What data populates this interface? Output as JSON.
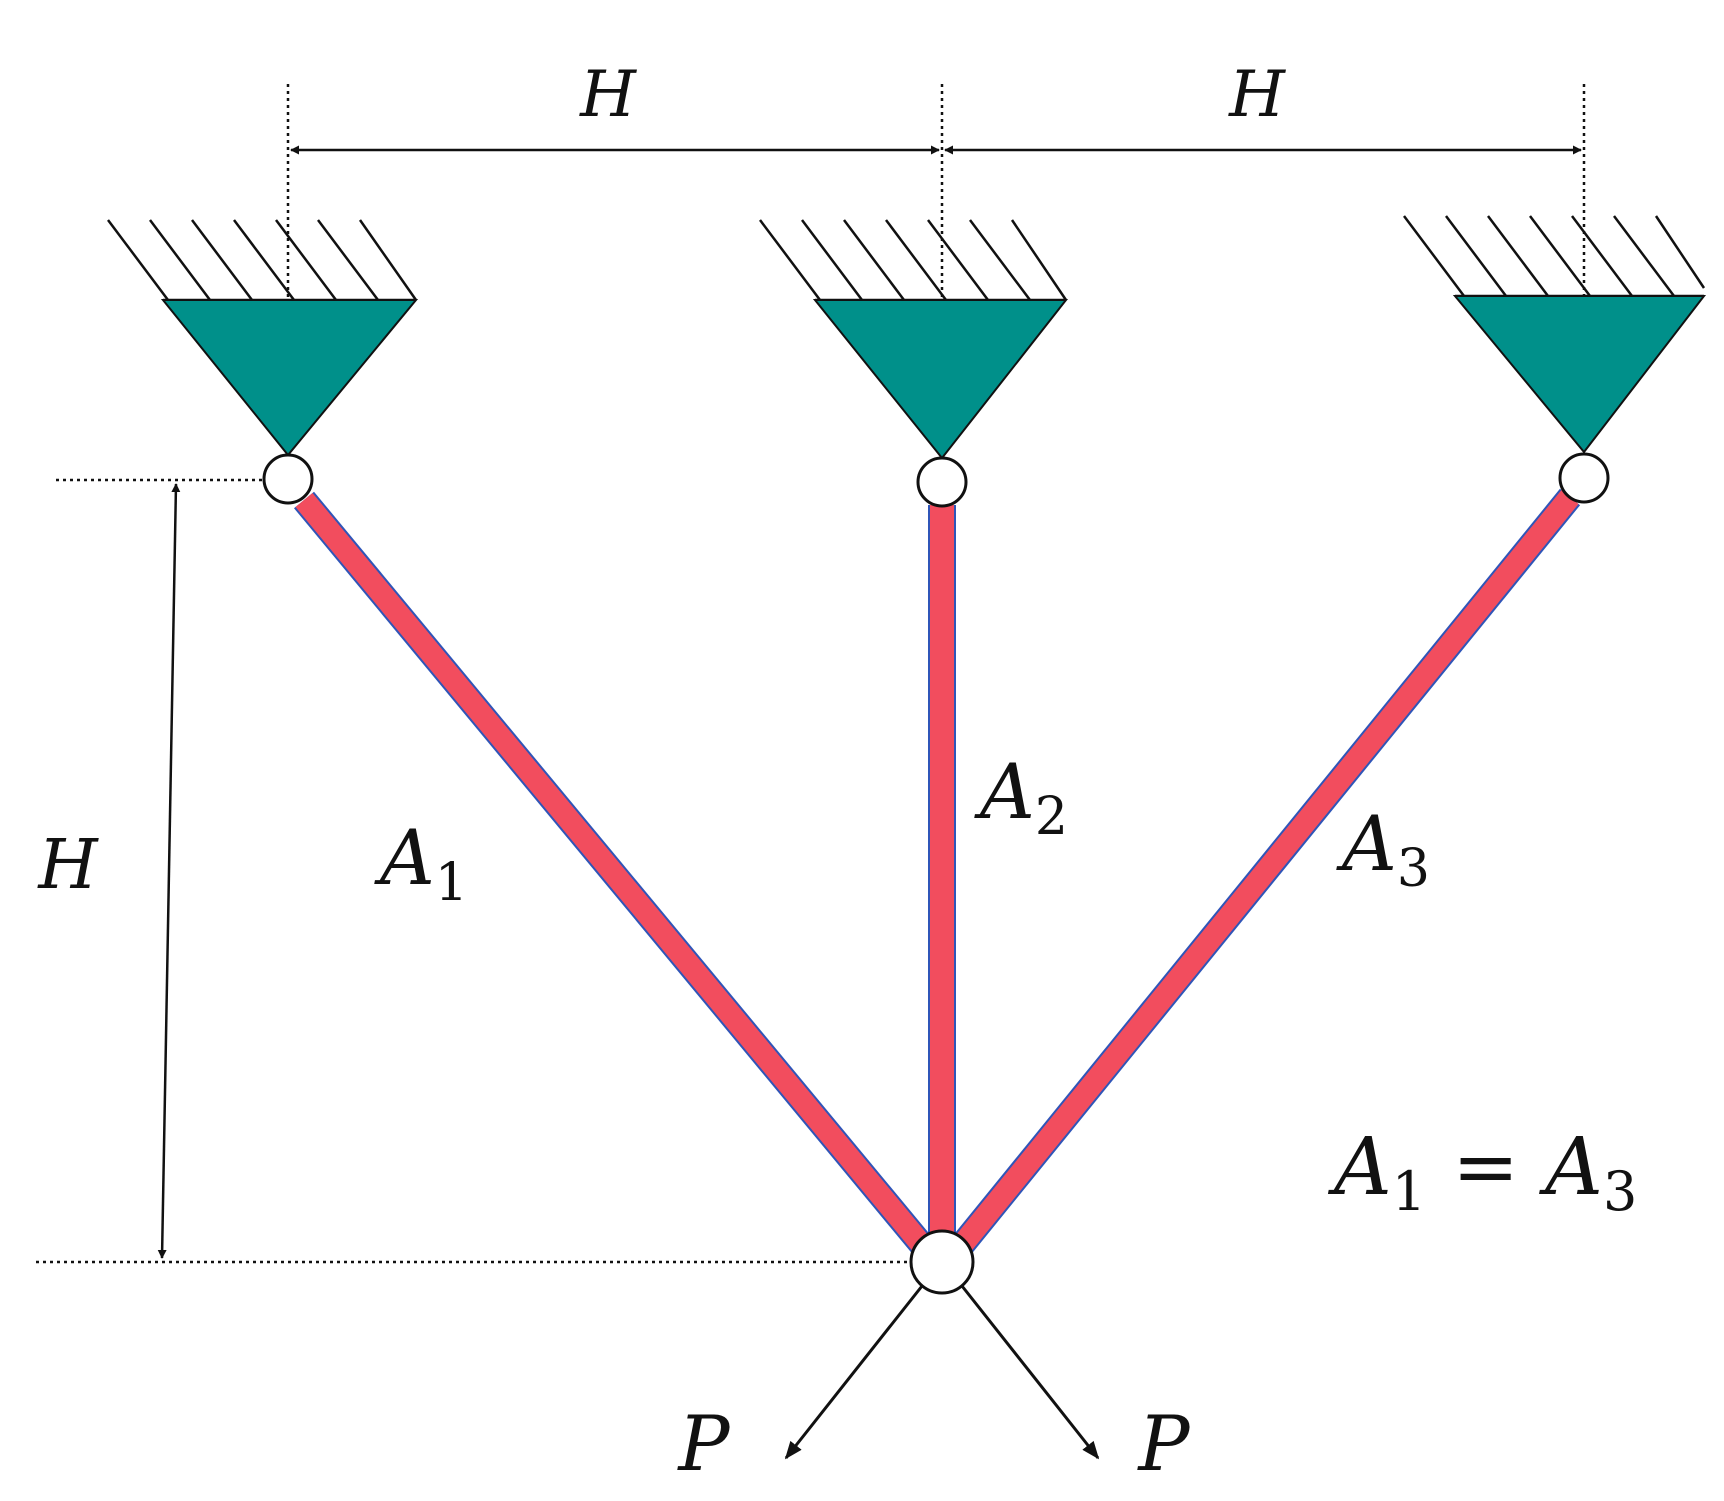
{
  "colors": {
    "support_fill": "#00908a",
    "bar_fill": "#f24d5e",
    "bar_edge": "#2f55b8",
    "line": "#111111",
    "background": "#ffffff"
  },
  "labels": {
    "dim_top_left": "H",
    "dim_top_right": "H",
    "dim_left": "H",
    "bar1": {
      "base": "A",
      "sub": "1"
    },
    "bar2": {
      "base": "A",
      "sub": "2"
    },
    "bar3": {
      "base": "A",
      "sub": "3"
    },
    "load_left": "P",
    "load_right": "P",
    "equation": {
      "lhs_base": "A",
      "lhs_sub": "1",
      "op": "=",
      "rhs_base": "A",
      "rhs_sub": "3"
    }
  }
}
